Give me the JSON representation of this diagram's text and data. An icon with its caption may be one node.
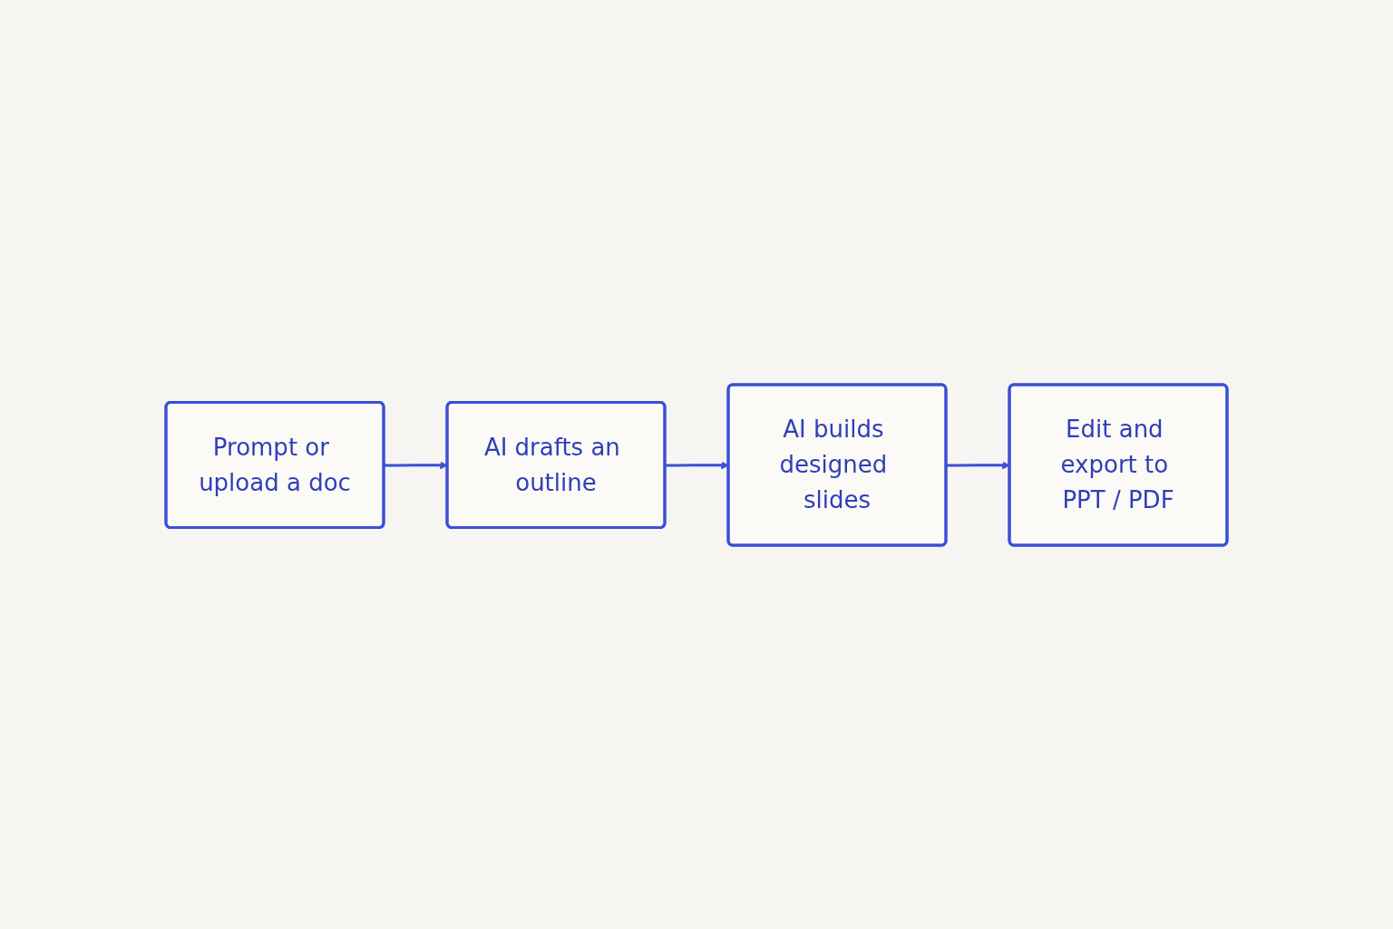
{
  "diagram": {
    "nodes": [
      {
        "text": [
          "Prompt or upload a doc"
        ]
      },
      {
        "text": [
          "AI drafts an outline"
        ]
      },
      {
        "text": [
          "AI builds designed slides"
        ]
      },
      {
        "text": [
          "Edit and export to PPT / PDF"
        ]
      }
    ],
    "edges": [
      {
        "from": 0,
        "to": 1,
        "arrow": "to"
      },
      {
        "from": 1,
        "to": 2,
        "arrow": "to"
      },
      {
        "from": 2,
        "to": 3,
        "arrow": "to"
      }
    ]
  }
}
